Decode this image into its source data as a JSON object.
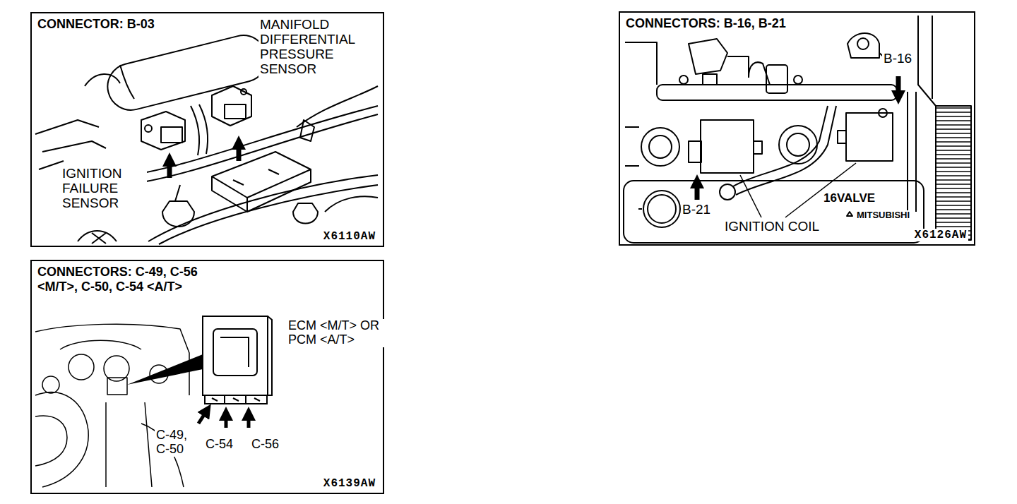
{
  "diagram": {
    "nodes": [
      {
        "text": [
          "CONNECTOR: B-03",
          "X6110AW"
        ]
      },
      {
        "text": [
          "CONNECTORS: B-16, B-21",
          "X6126AW"
        ]
      },
      {
        "text": [
          "CONNECTORS: C-49, C-56 <M/T>, C-50, C-54 <A/T>",
          "X6139AW"
        ]
      }
    ],
    "labels": [
      "MANIFOLD DIFFERENTIAL PRESSURE SENSOR",
      "IGNITION FAILURE SENSOR",
      "B-16",
      "B-21",
      "IGNITION COIL",
      "16VALVE",
      "MITSUBISHI",
      "ECM <M/T> OR PCM <A/T>",
      "C-49, C-50",
      "C-54",
      "C-56"
    ]
  }
}
